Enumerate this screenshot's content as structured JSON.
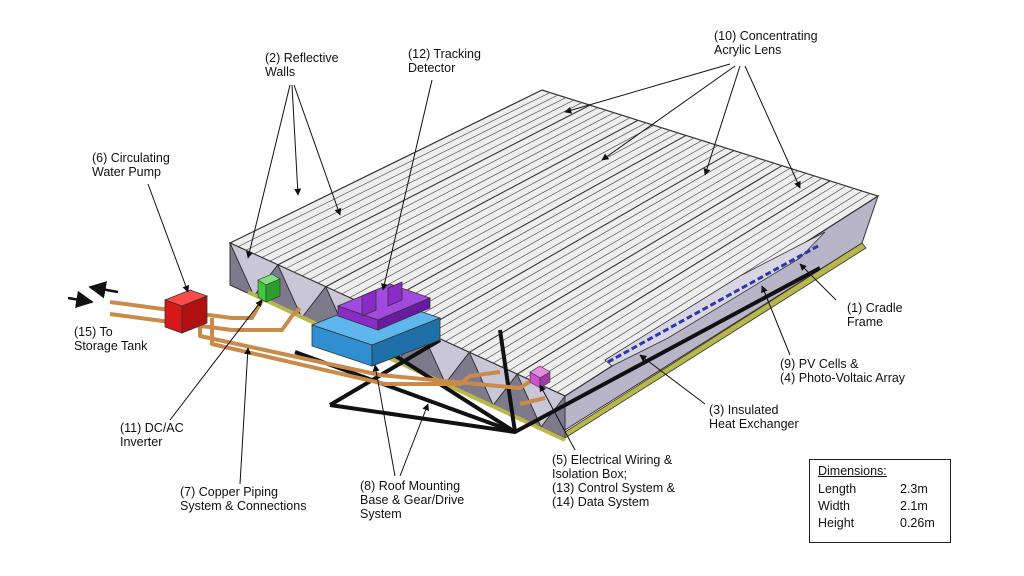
{
  "labels": {
    "lens": [
      "(10) Concentrating",
      "Acrylic Lens"
    ],
    "walls": [
      "(2) Reflective",
      "Walls"
    ],
    "detector": [
      "(12) Tracking",
      "Detector"
    ],
    "pump": [
      "(6) Circulating",
      "Water Pump"
    ],
    "tank": [
      "(15) To",
      "Storage Tank"
    ],
    "cradle": [
      "(1) Cradle",
      "Frame"
    ],
    "pv": [
      "(9) PV Cells &",
      "(4) Photo-Voltaic Array"
    ],
    "exchanger": [
      "(3) Insulated",
      "Heat Exchanger"
    ],
    "wiring": [
      "(5) Electrical Wiring &",
      "Isolation Box;",
      "(13) Control System &",
      "(14) Data System"
    ],
    "inverter": [
      "(11) DC/AC",
      "Inverter"
    ],
    "piping": [
      "(7) Copper Piping",
      "System & Connections"
    ],
    "base": [
      "(8) Roof Mounting",
      "Base & Gear/Drive",
      "System"
    ]
  },
  "dimensions": {
    "title": "Dimensions:",
    "rows": [
      {
        "name": "Length",
        "value": "2.3m"
      },
      {
        "name": "Width",
        "value": "2.1m"
      },
      {
        "name": "Height",
        "value": "0.26m"
      }
    ]
  },
  "colors": {
    "pump": "#d81818",
    "inverter": "#3fc93f",
    "base": "#2f8fd0",
    "detector": "#8a2bc8",
    "isolation_box": "#d04fd0",
    "copper": "#c98a4a",
    "frame": "#b8b84a",
    "wall": "#c9c6d8",
    "lens_top": "#eeeeee"
  }
}
